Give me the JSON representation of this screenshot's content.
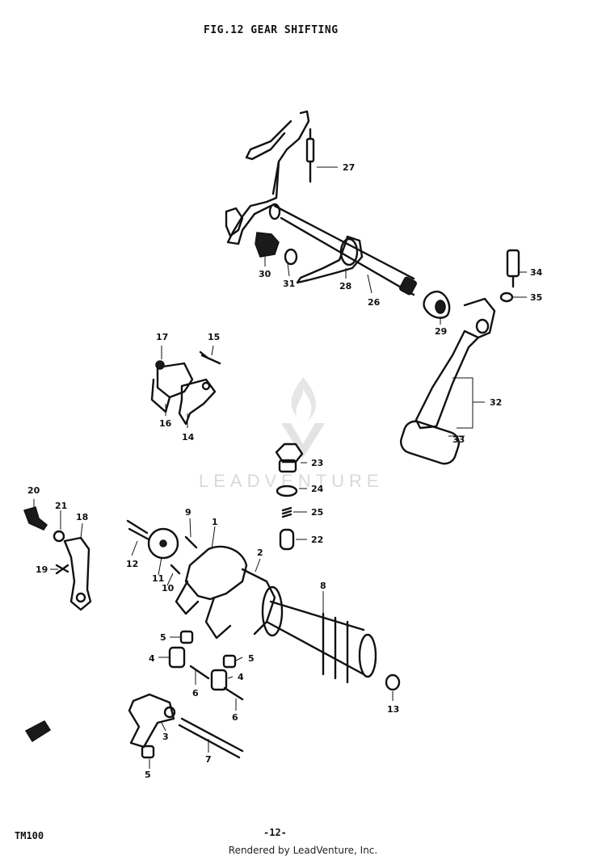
{
  "figure": {
    "title": "FIG.12  GEAR SHIFTING",
    "model": "TM100",
    "page_number": "-12-",
    "footer": "Rendered by LeadVenture, Inc.",
    "watermark": "LEADVENTURE"
  },
  "callouts": [
    "27",
    "30",
    "31",
    "28",
    "26",
    "29",
    "34",
    "35",
    "17",
    "15",
    "16",
    "14",
    "32",
    "33",
    "23",
    "24",
    "25",
    "22",
    "20",
    "21",
    "18",
    "9",
    "1",
    "19",
    "12",
    "11",
    "10",
    "2",
    "8",
    "5",
    "4",
    "6",
    "3",
    "7",
    "13"
  ]
}
